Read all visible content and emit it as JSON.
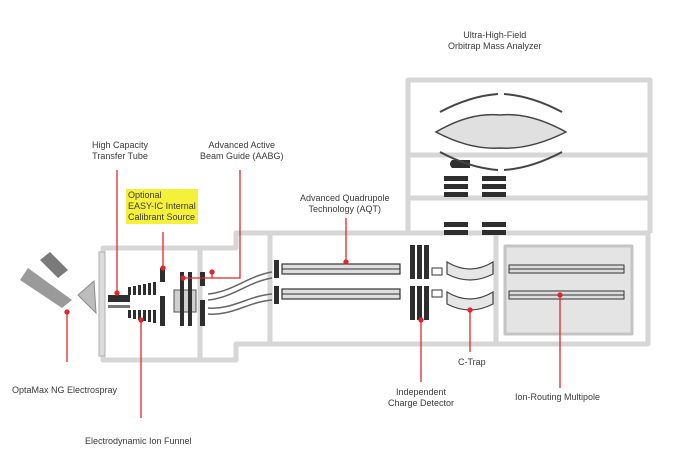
{
  "labels": {
    "orbitrap": [
      "Ultra-High-Field",
      "Orbitrap Mass Analyzer"
    ],
    "transfer_tube": [
      "High Capacity",
      "Transfer Tube"
    ],
    "aabg": [
      "Advanced Active",
      "Beam Guide (AABG)"
    ],
    "easy_ic": [
      "Optional",
      "EASY-IC Internal",
      "Calibrant Source"
    ],
    "aqt": [
      "Advanced Quadrupole",
      "Technology (AQT)"
    ],
    "electrospray": "OptaMax NG Electrospray",
    "ion_funnel": "Electrodynamic Ion Funnel",
    "charge_detector": [
      "Independent",
      "Charge Detector"
    ],
    "c_trap": "C-Trap",
    "multipole": "Ion-Routing Multipole"
  },
  "colors": {
    "housing": "#d6d6d6",
    "component": "#2e2e2e",
    "callout": "#e0262b",
    "highlight": "#f5f03a",
    "text": "#3a3a3a"
  }
}
